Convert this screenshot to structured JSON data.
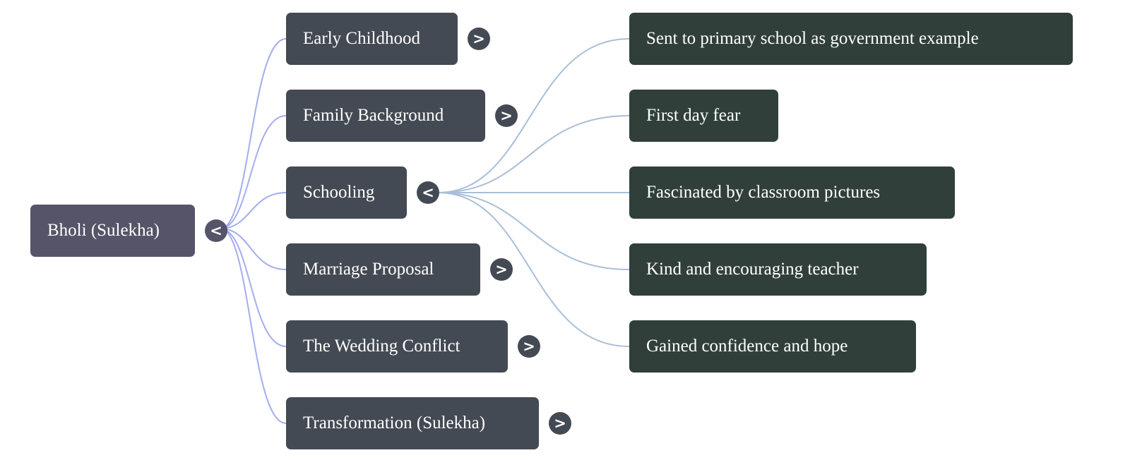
{
  "mindmap": {
    "root": {
      "label": "Bholi (Sulekha)",
      "toggle": "<"
    },
    "branches": [
      {
        "label": "Early Childhood",
        "toggle": ">"
      },
      {
        "label": "Family Background",
        "toggle": ">"
      },
      {
        "label": "Schooling",
        "toggle": "<"
      },
      {
        "label": "Marriage Proposal",
        "toggle": ">"
      },
      {
        "label": "The Wedding Conflict",
        "toggle": ">"
      },
      {
        "label": "Transformation (Sulekha)",
        "toggle": ">"
      }
    ],
    "schooling_children": [
      {
        "label": "Sent to primary school as government example"
      },
      {
        "label": "First day fear"
      },
      {
        "label": "Fascinated by classroom pictures"
      },
      {
        "label": "Kind and encouraging teacher"
      },
      {
        "label": "Gained confidence and hope"
      }
    ]
  },
  "colors": {
    "root_fill": "#555468",
    "branch_fill": "#444a53",
    "leaf_fill": "#313f3b",
    "root_link": "#a4adf0",
    "child_link": "#a9bed8"
  }
}
